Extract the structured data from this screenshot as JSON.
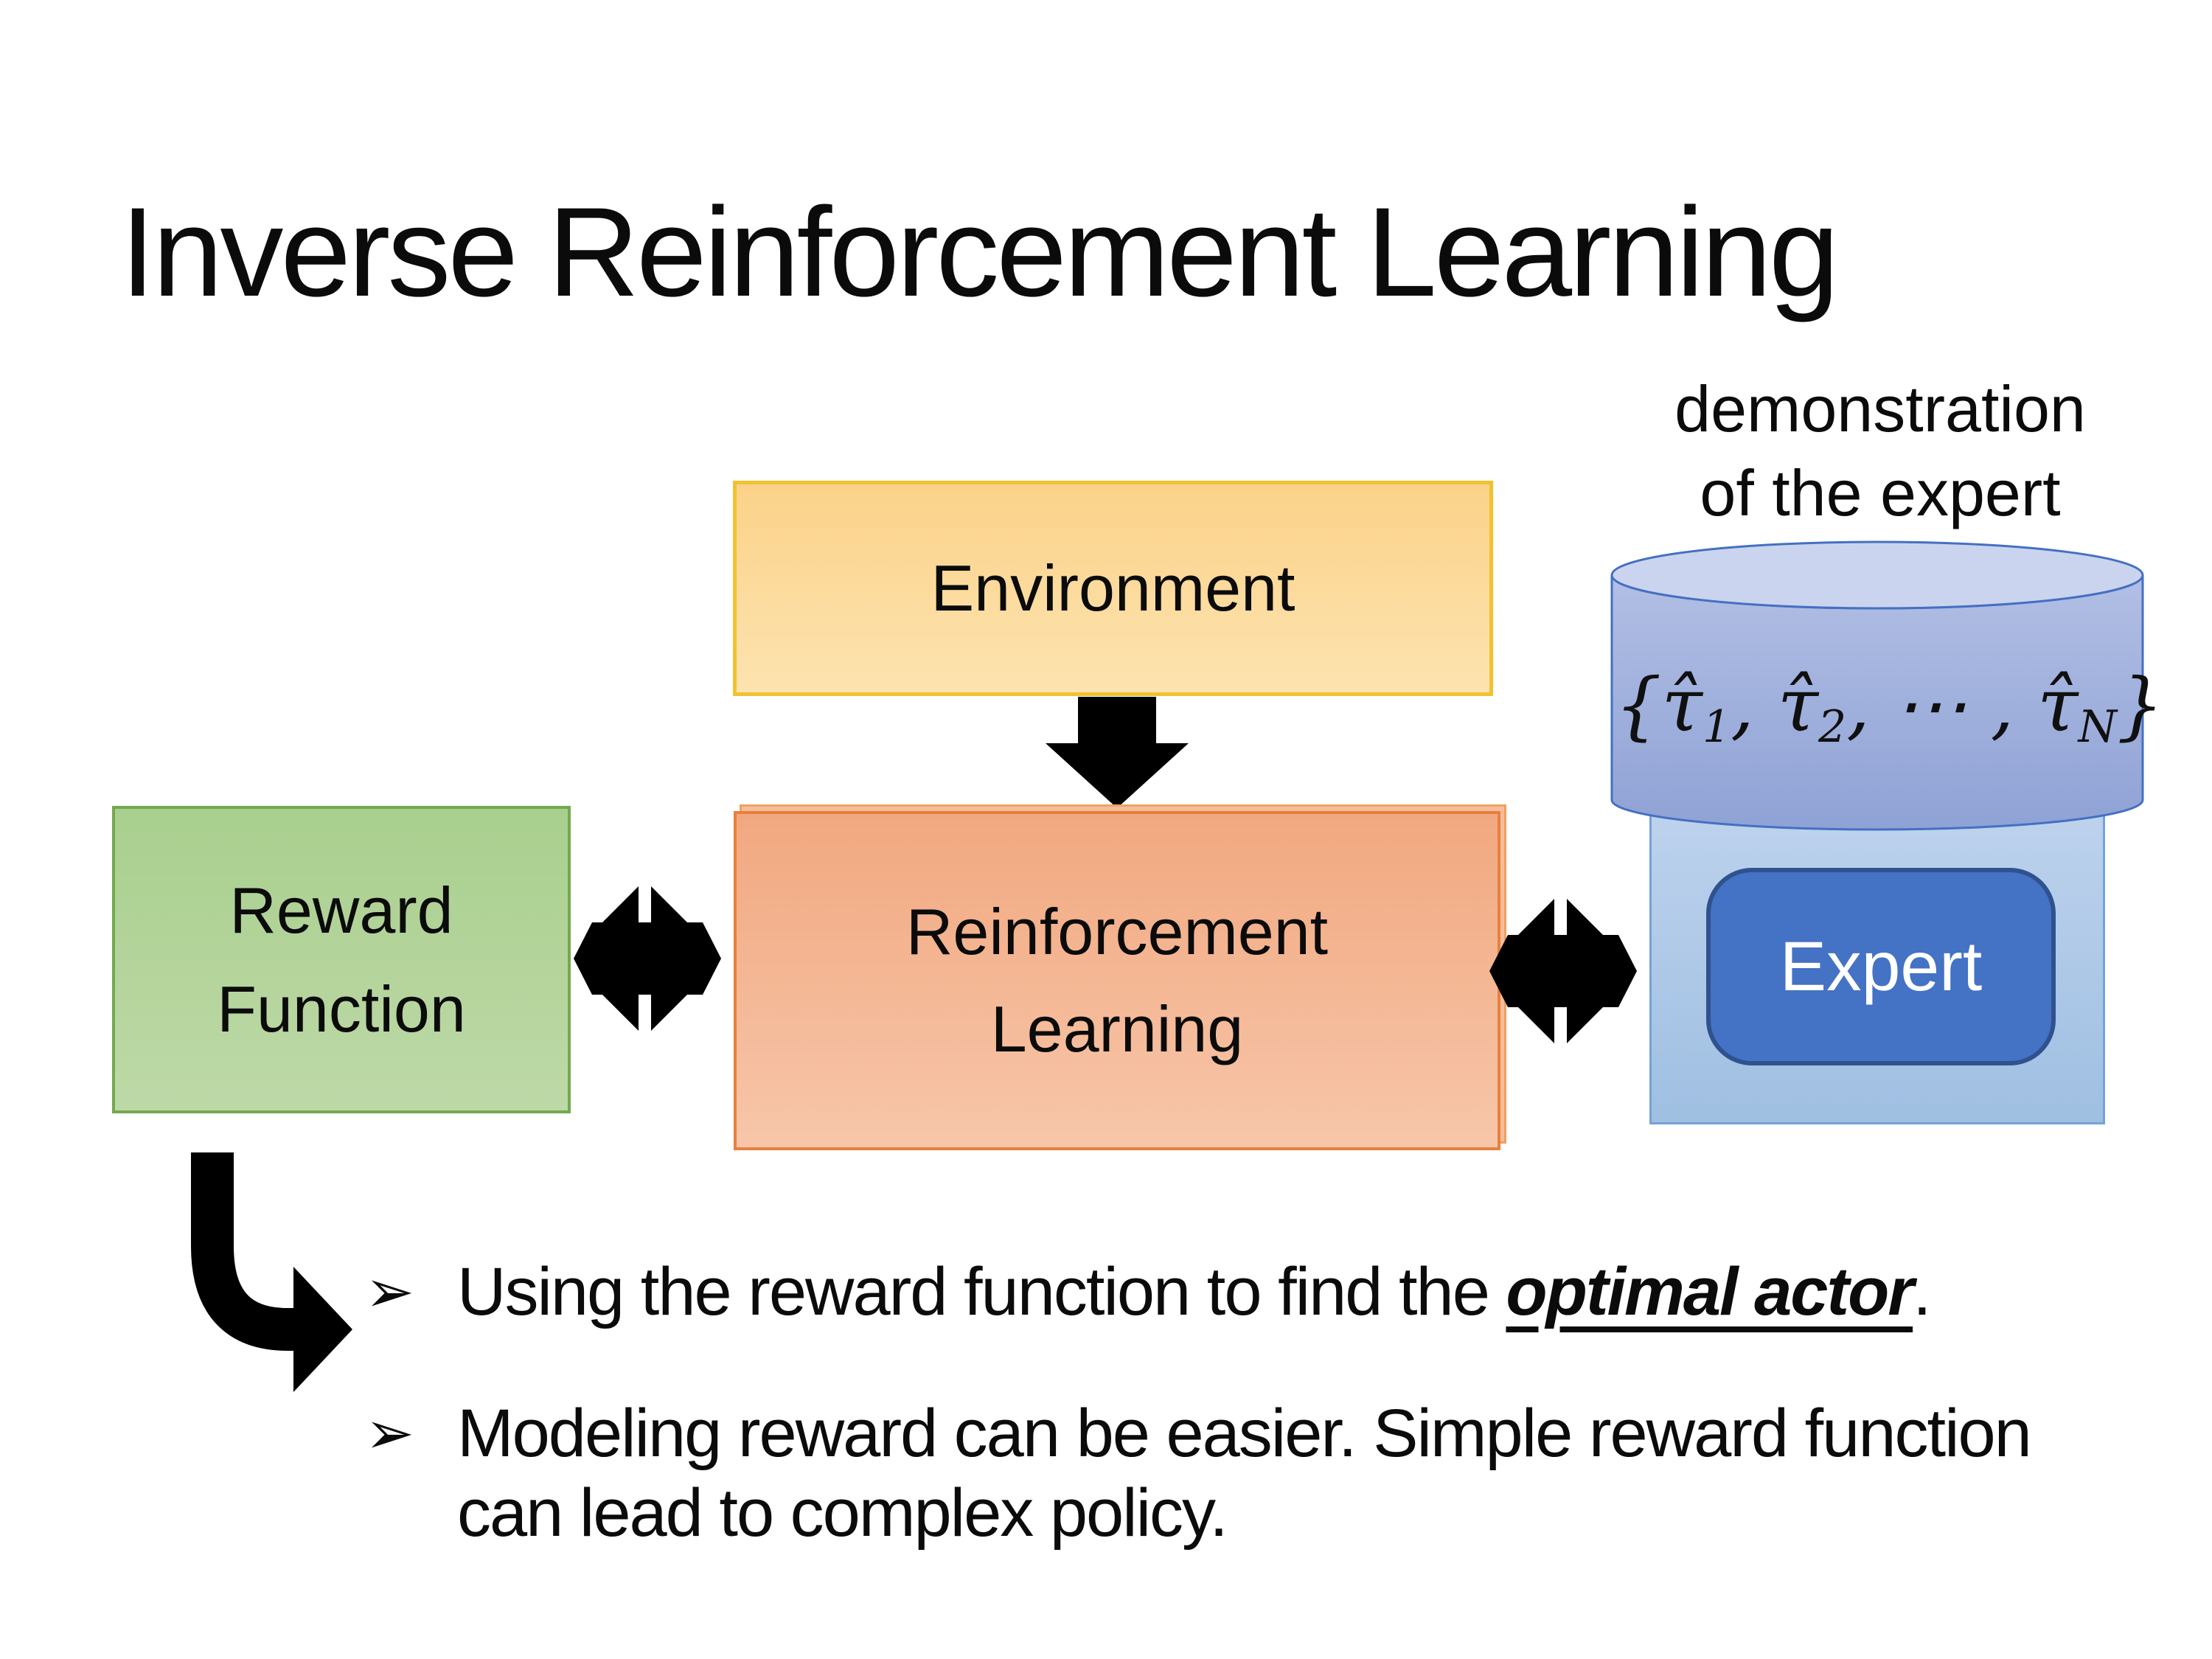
{
  "slide": {
    "title": "Inverse Reinforcement Learning",
    "demo_label": {
      "line1": "demonstration",
      "line2": "of the expert"
    },
    "boxes": {
      "environment": "Environment",
      "reward_line1": "Reward",
      "reward_line2": "Function",
      "rl_line1": "Reinforcement",
      "rl_line2": "Learning",
      "expert": "Expert"
    },
    "formula": {
      "open": "{",
      "tau1": "τ̂",
      "sub1": "1",
      "sep1": ", ",
      "tau2": "τ̂",
      "sub2": "2",
      "sep2": ", ⋯ , ",
      "tau3": "τ̂",
      "sub3": "N",
      "close": "}"
    },
    "bullets": [
      {
        "marker": "➢",
        "pre": "Using the reward function to find the ",
        "em": "optimal actor",
        "post": "."
      },
      {
        "marker": "➢",
        "text": "Modeling reward can be easier. Simple reward function can lead to complex policy."
      }
    ],
    "icons": {
      "down_arrow": "block-arrow-down",
      "exchange_arrow": "double-exchange-arrow",
      "elbow_arrow": "bent-arrow-right",
      "database": "cylinder-database"
    },
    "colors": {
      "text": "#0b0b0b",
      "env_border": "#F2C12E",
      "env_fill_top": "#FBD289",
      "env_fill_bottom": "#FDE3B0",
      "rl_border": "#E8803C",
      "rl_fill_top": "#F1A880",
      "rl_fill_bottom": "#F7C6A9",
      "rl_back_fill": "#F5BD9C",
      "rl_back_border": "#F0A061",
      "reward_border": "#74A84F",
      "reward_fill_top": "#A9CF8E",
      "reward_fill_bottom": "#BDD9A7",
      "cylinder_border": "#4470C2",
      "cylinder_top_fill": "#CBD4EE",
      "cylinder_body_top": "#B2BFE5",
      "cylinder_body_bottom": "#8FA2D5",
      "expert_panel_top": "#C0D4EE",
      "expert_panel_bottom": "#9FBFE2",
      "expert_panel_border": "#74A3D6",
      "expert_fill": "#4472C4",
      "expert_border": "#2F528F",
      "expert_text": "#FFFFFF",
      "arrow_black": "#000000"
    }
  }
}
